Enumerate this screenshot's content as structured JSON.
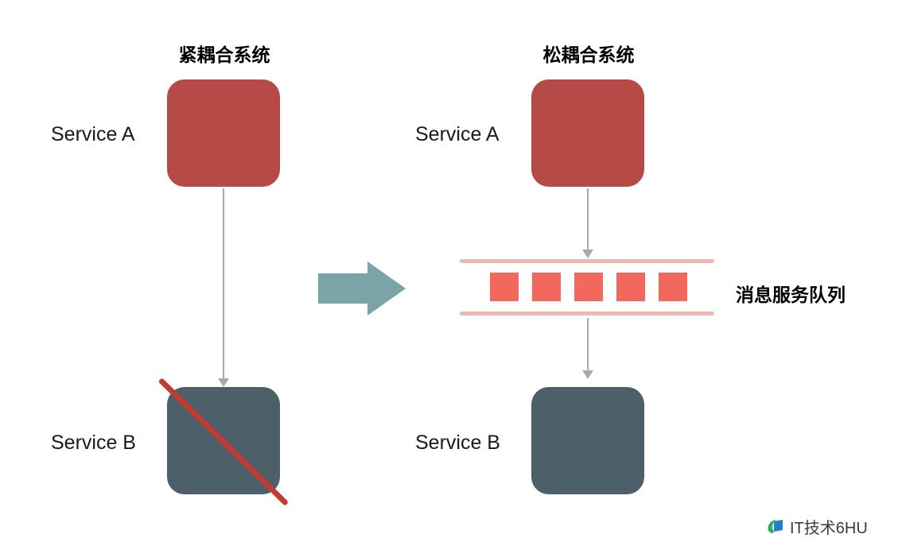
{
  "left_panel": {
    "title": "紧耦合系统",
    "service_a_label": "Service A",
    "service_b_label": "Service B"
  },
  "right_panel": {
    "title": "松耦合系统",
    "service_a_label": "Service A",
    "service_b_label": "Service B",
    "queue_label": "消息服务队列",
    "queue_cell_count": 5
  },
  "watermark": {
    "text": "IT技术6HU"
  },
  "colors": {
    "service_a_box": "#b64a47",
    "service_b_box": "#4d6069",
    "queue_line": "#f2b6b0",
    "queue_cell": "#f2685c",
    "big_arrow": "#7aa4a8",
    "thin_arrow": "#a9a9a9",
    "strike_line": "#c23b30",
    "title_text": "#000000",
    "label_text": "#1a1a1a"
  }
}
